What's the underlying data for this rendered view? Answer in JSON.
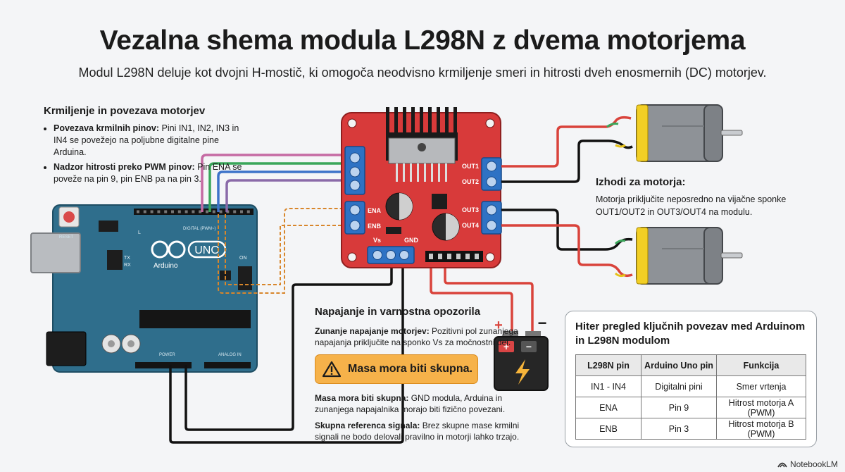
{
  "title": "Vezalna shema modula L298N z dvema motorjema",
  "subtitle": "Modul L298N deluje kot dvojni H-mostič, ki omogoča neodvisno krmiljenje smeri in hitrosti dveh enosmernih (DC) motorjev.",
  "control": {
    "heading": "Krmiljenje in povezava motorjev",
    "items": [
      {
        "label": "Povezava krmilnih pinov:",
        "text": " Pini IN1, IN2, IN3 in IN4 se povežejo na poljubne digitalne pine Arduina."
      },
      {
        "label": "Nadzor hitrosti preko PWM pinov:",
        "text": " Pin ENA se poveže na pin 9, pin ENB pa na pin 3."
      }
    ]
  },
  "outputs": {
    "heading": "Izhodi za motorja:",
    "text": "Motorja priključite neposredno na vijačne sponke OUT1/OUT2 in OUT3/OUT4 na modulu."
  },
  "power": {
    "heading": "Napajanje in varnostna opozorila",
    "p1_label": "Zunanje napajanje motorjev:",
    "p1_text": " Pozitivni pol zunanjega napajanja priključite na sponko Vs za močnostni del.",
    "warning": "Masa mora biti skupna.",
    "p2_label": "Masa mora biti skupna:",
    "p2_text": " GND modula, Arduina in zunanjega napajalnika morajo biti fizično povezani.",
    "p3_label": "Skupna referenca signala:",
    "p3_text": " Brez skupne mase krmilni signali ne bodo delovali pravilno in motorji lahko trzajo."
  },
  "summary": {
    "heading": "Hiter pregled ključnih povezav med Arduinom in L298N modulom",
    "columns": [
      "L298N pin",
      "Arduino Uno pin",
      "Funkcija"
    ],
    "rows": [
      [
        "IN1 - IN4",
        "Digitalni pini",
        "Smer vrtenja"
      ],
      [
        "ENA",
        "Pin 9",
        "Hitrost motorja A (PWM)"
      ],
      [
        "ENB",
        "Pin 3",
        "Hitrost motorja B (PWM)"
      ]
    ]
  },
  "module_labels": {
    "out1": "OUT1",
    "out2": "OUT2",
    "out3": "OUT3",
    "out4": "OUT4",
    "ena": "ENA",
    "enb": "ENB",
    "vs": "Vs",
    "gnd": "GND"
  },
  "arduino_labels": {
    "logo": "UNO",
    "brand": "Arduino",
    "digital": "DIGITAL (PWM~)",
    "power": "POWER",
    "analog": "ANALOG IN",
    "reset": "RESET",
    "tx": "TX",
    "rx": "RX",
    "on": "ON",
    "l": "L"
  },
  "battery": {
    "plus": "+",
    "minus": "−"
  },
  "brand": "NotebookLM",
  "colors": {
    "module_red": "#d83a3a",
    "arduino_teal": "#2f6e8c",
    "terminal_blue": "#2e72c4",
    "warning_orange": "#f6b24a",
    "wire_pink": "#c56aa3",
    "wire_green": "#3aa65a",
    "wire_blue": "#3d73c9",
    "wire_violet": "#8a6aa8",
    "wire_red": "#d9433b",
    "wire_yellow": "#e6c21a",
    "wire_orange_dashed": "#d8862b"
  }
}
